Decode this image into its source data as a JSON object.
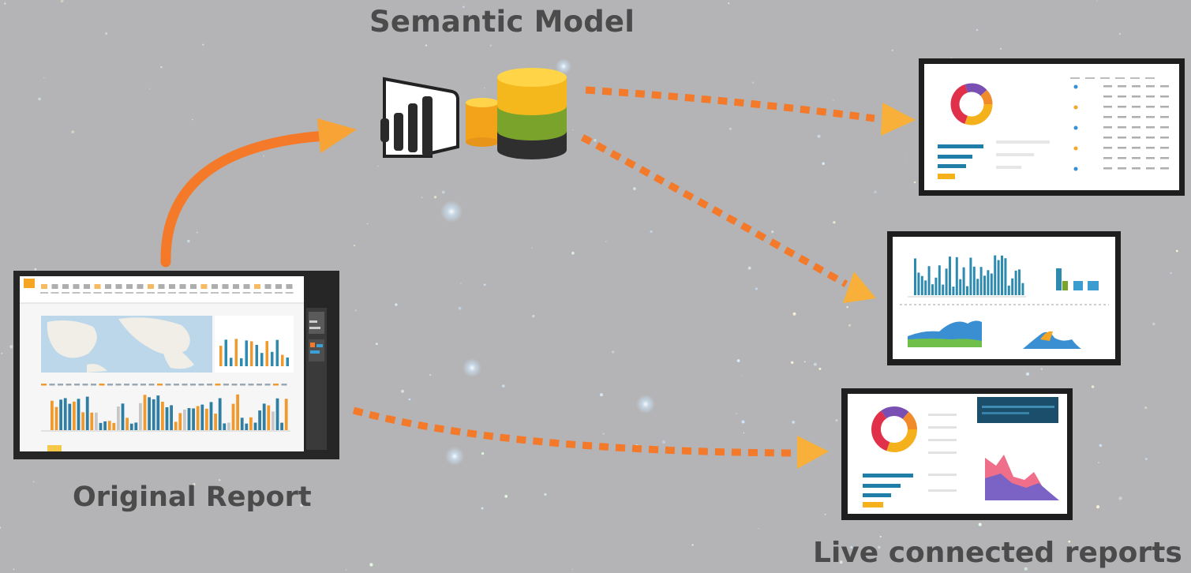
{
  "labels": {
    "semantic_model": "Semantic Model",
    "original_report": "Original Report",
    "live_reports": "Live connected reports"
  },
  "colors": {
    "background": "#b4b4b6",
    "arrow_orange": "#f47a2a",
    "arrow_head": "#f8b03a",
    "db_top": "#f9c21f",
    "db_middle": "#7aa32c",
    "db_bottom": "#2f2f2f",
    "bar_teal": "#2e8bb0",
    "bar_orange": "#f09a2e",
    "frame_dark": "#262626"
  },
  "icons": {
    "powerbi": "powerbi-logo-icon",
    "database": "database-cylinder-icon"
  }
}
